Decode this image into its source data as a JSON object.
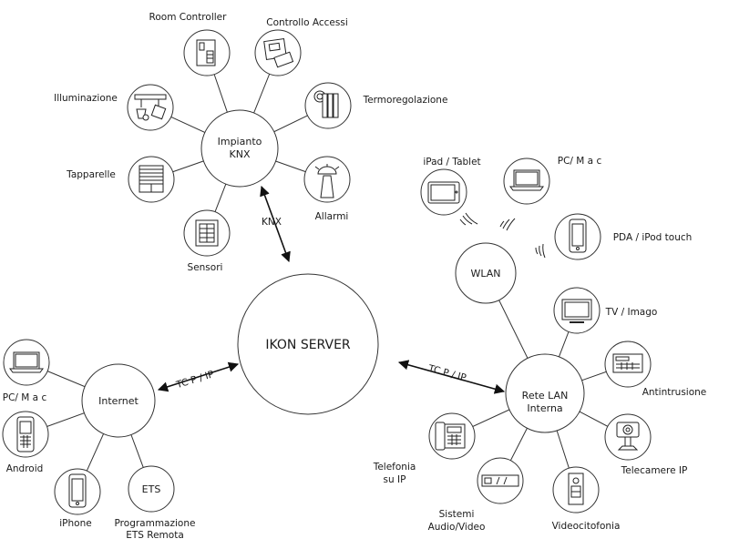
{
  "core": {
    "label": "IKON SERVER"
  },
  "hubs": {
    "knx": {
      "line1": "Impianto",
      "line2": "KNX"
    },
    "internet": {
      "label": "Internet"
    },
    "lan": {
      "line1": "Rete LAN",
      "line2": "Interna"
    },
    "wlan": {
      "label": "WLAN"
    },
    "ets": {
      "label": "ETS"
    }
  },
  "links": {
    "knx": "KNX",
    "internet": "TC P / IP",
    "lan": "TC P / IP"
  },
  "knx_devices": {
    "room_controller": "Room Controller",
    "controllo_accessi": "Controllo Accessi",
    "illuminazione": "Illuminazione",
    "termoregolazione": "Termoregolazione",
    "tapparelle": "Tapparelle",
    "allarmi": "Allarmi",
    "sensori": "Sensori"
  },
  "internet_devices": {
    "pc_mac": "PC/ M a c",
    "android": "Android",
    "iphone": "iPhone",
    "ets_line1": "Programmazione",
    "ets_line2": "ETS Remota"
  },
  "wlan_devices": {
    "ipad": "iPad / Tablet",
    "pc_mac": "PC/ M a c",
    "pda": "PDA  /  iPod touch"
  },
  "lan_devices": {
    "tv": "TV / Imago",
    "antintrusione": "Antintrusione",
    "telecamere": "Telecamere IP",
    "videocitofonia": "Videocitofonia",
    "audio_line1": "Sistemi",
    "audio_line2": "Audio/Video",
    "telefonia_line1": "Telefonia",
    "telefonia_line2": "su IP"
  }
}
